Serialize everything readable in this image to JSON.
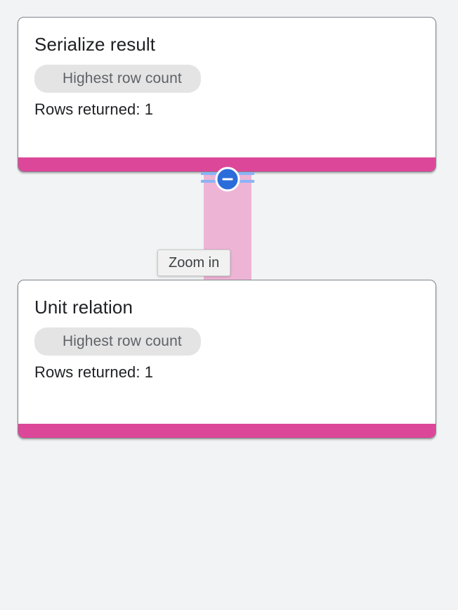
{
  "canvas": {
    "background_color": "#f1f3f4",
    "accent_color": "#dd4799",
    "connector_color": "#edb4d5",
    "handle_color": "#2b6cdb",
    "rail_color": "#8ab4f8"
  },
  "nodes": [
    {
      "title": "Serialize result",
      "chip_label": "Highest row count",
      "meta": "Rows returned: 1"
    },
    {
      "title": "Unit relation",
      "chip_label": "Highest row count",
      "meta": "Rows returned: 1"
    }
  ],
  "connector": {
    "handle_icon": "minus-circle-icon",
    "handle_state": "collapse"
  },
  "tooltip": {
    "text": "Zoom in"
  }
}
